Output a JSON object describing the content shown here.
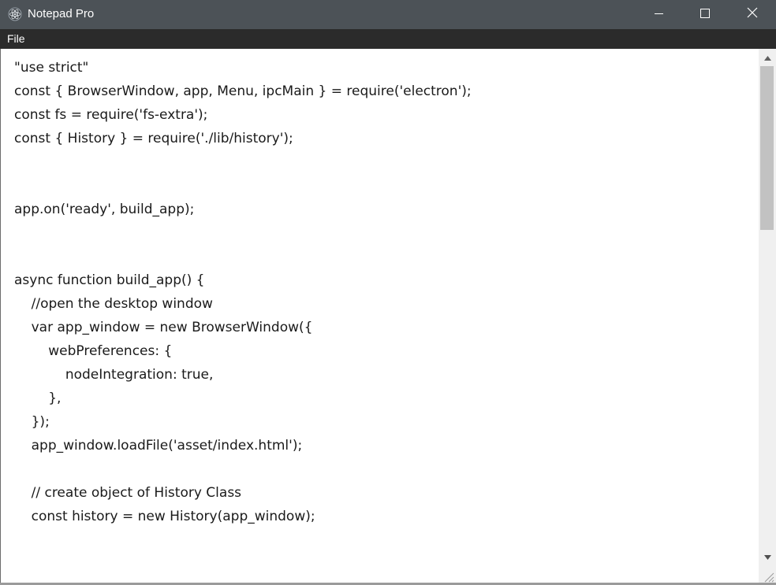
{
  "window": {
    "title": "Notepad Pro",
    "controls": {
      "minimize": "minimize-icon",
      "maximize": "maximize-icon",
      "close": "close-icon"
    }
  },
  "menu": {
    "items": [
      "File"
    ]
  },
  "editor": {
    "lines": [
      "\"use strict\"",
      "const { BrowserWindow, app, Menu, ipcMain } = require('electron');",
      "const fs = require('fs-extra');",
      "const { History } = require('./lib/history');",
      "",
      "",
      "app.on('ready', build_app);",
      "",
      "",
      "async function build_app() {",
      "    //open the desktop window",
      "    var app_window = new BrowserWindow({",
      "        webPreferences: {",
      "            nodeIntegration: true,",
      "        },",
      "    });",
      "    app_window.loadFile('asset/index.html');",
      "",
      "    // create object of History Class",
      "    const history = new History(app_window);"
    ]
  },
  "colors": {
    "titlebar": "#4c5257",
    "menubar": "#2b2b2b",
    "text": "#1a1a1a",
    "scroll_thumb": "#c2c2c2"
  }
}
